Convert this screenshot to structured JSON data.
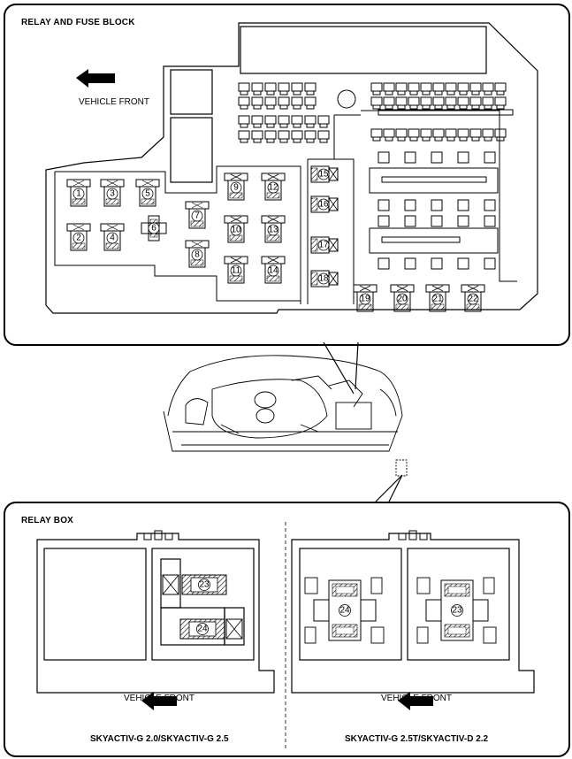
{
  "top": {
    "title": "RELAY AND FUSE BLOCK",
    "vehicle_front": "VEHICLE FRONT",
    "relays": [
      "1",
      "2",
      "3",
      "4",
      "5",
      "6",
      "7",
      "8",
      "9",
      "10",
      "11",
      "12",
      "13",
      "14",
      "15",
      "16",
      "17",
      "18",
      "19",
      "20",
      "21",
      "22"
    ]
  },
  "bottom": {
    "title": "RELAY BOX",
    "left": {
      "vehicle_front": "VEHICLE FRONT",
      "caption": "SKYACTIV-G 2.0/SKYACTIV-G 2.5",
      "relays": [
        "23",
        "24"
      ]
    },
    "right": {
      "vehicle_front": "VEHICLE FRONT",
      "caption": "SKYACTIV-G 2.5T/SKYACTIV-D 2.2",
      "relays": [
        "24",
        "23"
      ]
    }
  },
  "icons": {
    "arrow": "left-arrow-icon",
    "engine": "engine-bay-illustration"
  },
  "colors": {
    "line": "#000000",
    "background": "#ffffff"
  }
}
